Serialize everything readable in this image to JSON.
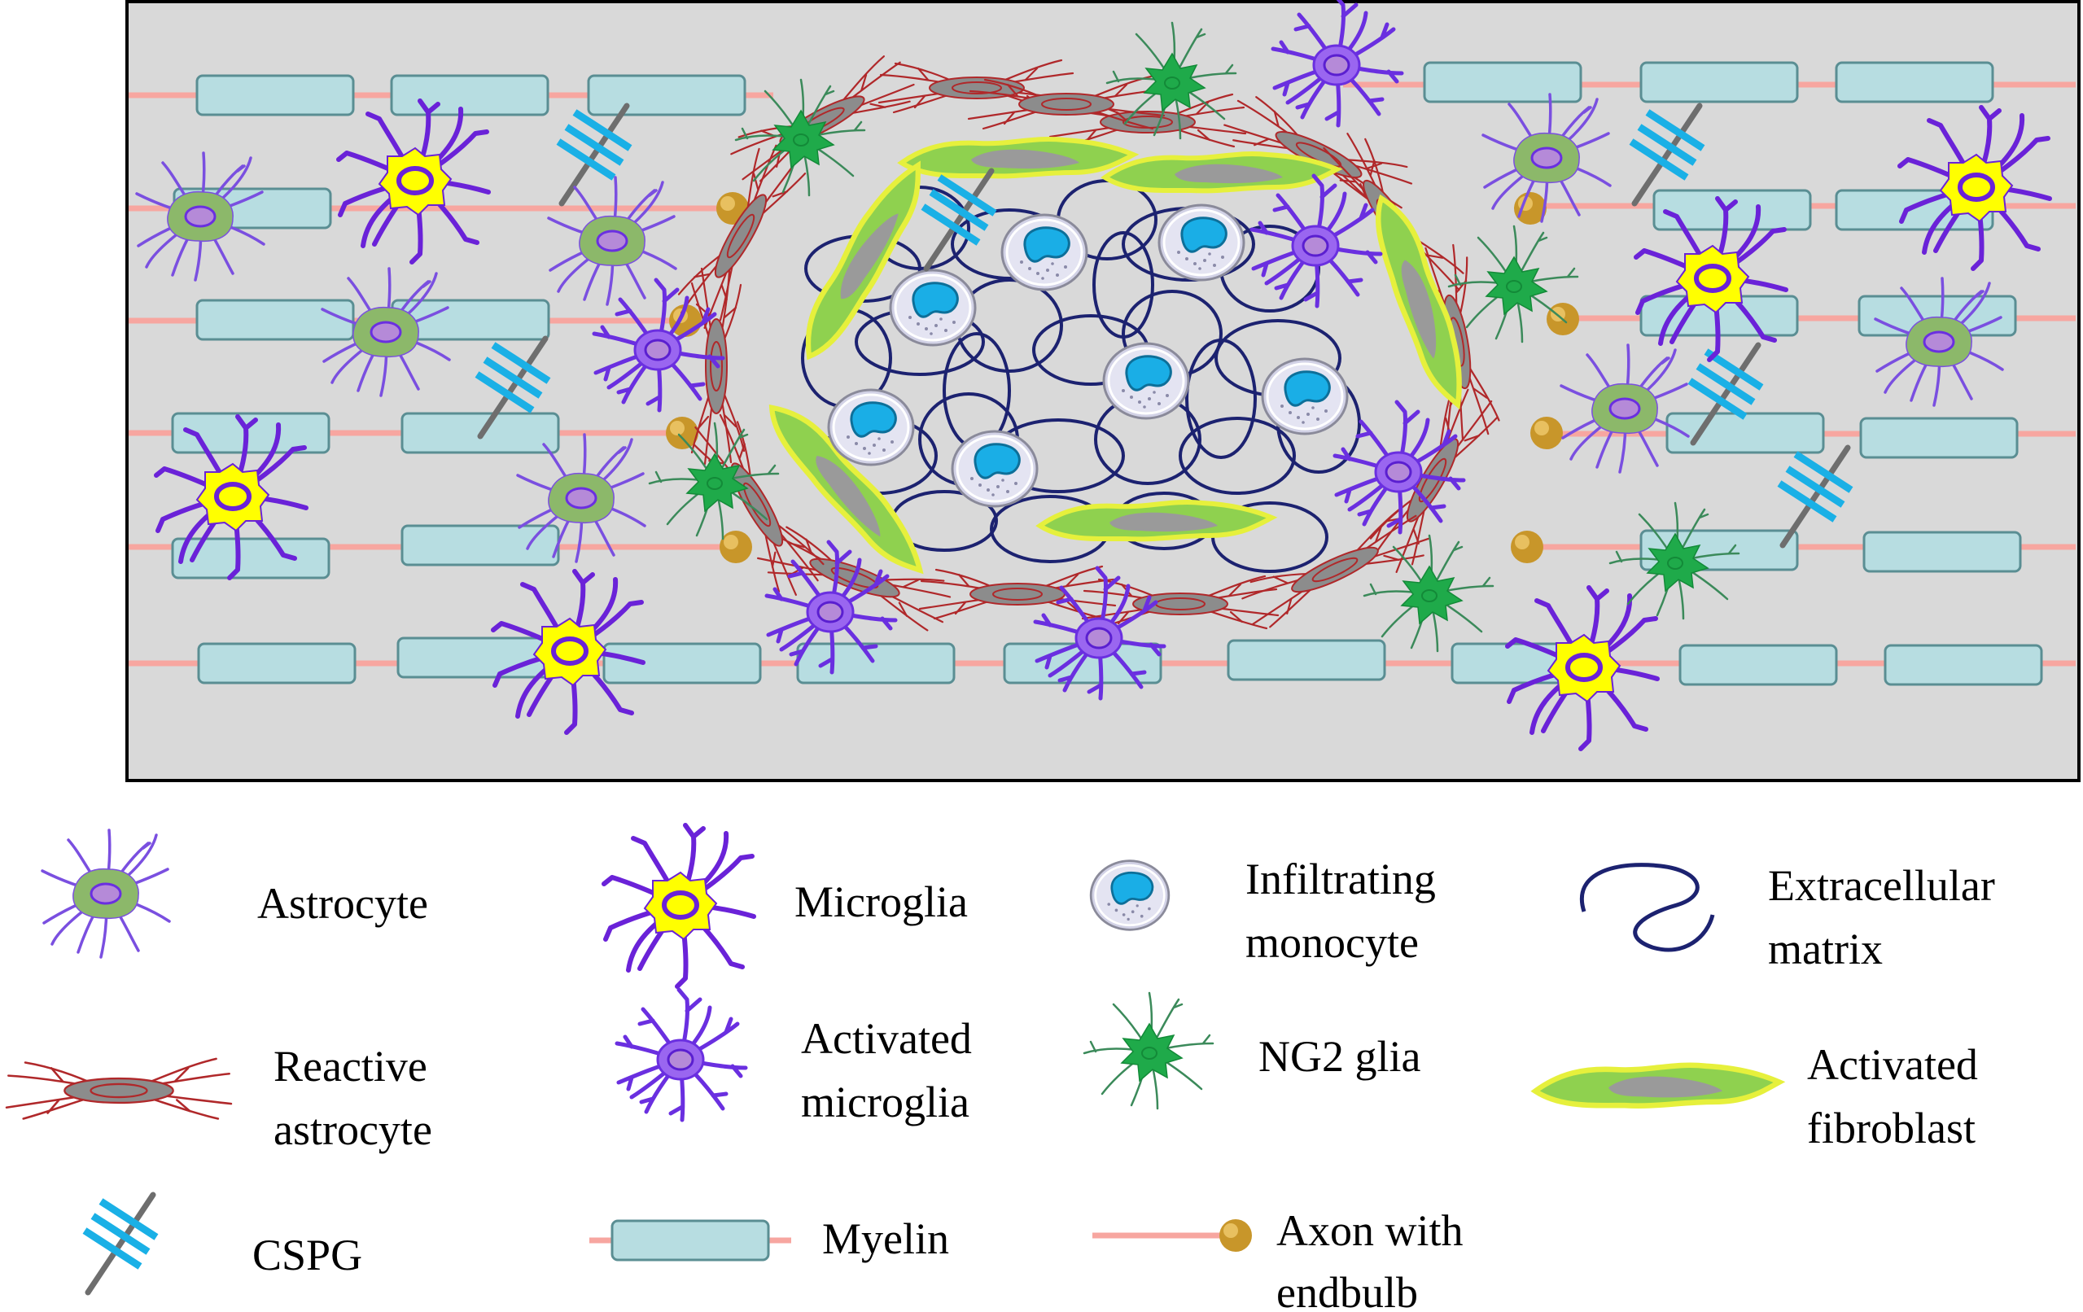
{
  "colors": {
    "panel_bg": "#d9d9d9",
    "panel_border": "#000000",
    "axon": "#f7a6a0",
    "myelin_fill": "#b7dde1",
    "myelin_stroke": "#5a8e93",
    "endbulb": "#c8962a",
    "astro_body": "#8cb86a",
    "astro_process": "#7a4fe0",
    "astro_nucleus": "#b58ad8",
    "micro_body": "#ffff00",
    "micro_process": "#6a22d8",
    "act_micro_body": "#9a66f0",
    "act_micro_process": "#6a2fe0",
    "reactive": "#b0282a",
    "reactive_body": "#8c8c8c",
    "ng2": "#1faa4a",
    "ng2_process": "#3b8a5a",
    "monocyte_shell": "#d2d2e6",
    "monocyte_nucleus": "#1aaee6",
    "ecm": "#1c2270",
    "fibro_fill": "#8fd14f",
    "fibro_stroke": "#e6f03c",
    "fibro_core": "#9a9a9a",
    "cspg_bar": "#1ab0e6",
    "cspg_stem": "#6e6e6e"
  },
  "legend": {
    "astrocyte": {
      "icon": "astrocyte-icon",
      "label": "Astrocyte"
    },
    "microglia": {
      "icon": "microglia-icon",
      "label": "Microglia"
    },
    "monocyte": {
      "icon": "monocyte-icon",
      "line1": "Infiltrating",
      "line2": "monocyte"
    },
    "ecm": {
      "icon": "extracellular-matrix-icon",
      "line1": "Extracellular",
      "line2": "matrix"
    },
    "reactive": {
      "icon": "reactive-astrocyte-icon",
      "line1": "Reactive",
      "line2": "astrocyte"
    },
    "activated_microglia": {
      "icon": "activated-microglia-icon",
      "line1": "Activated",
      "line2": "microglia"
    },
    "ng2": {
      "icon": "ng2-glia-icon",
      "label": "NG2 glia"
    },
    "fibroblast": {
      "icon": "activated-fibroblast-icon",
      "line1": "Activated",
      "line2": "fibroblast"
    },
    "cspg": {
      "icon": "cspg-icon",
      "label": "CSPG"
    },
    "myelin": {
      "icon": "myelin-icon",
      "label": "Myelin"
    },
    "axon": {
      "icon": "axon-endbulb-icon",
      "line1": "Axon with",
      "line2": "endbulb"
    }
  }
}
